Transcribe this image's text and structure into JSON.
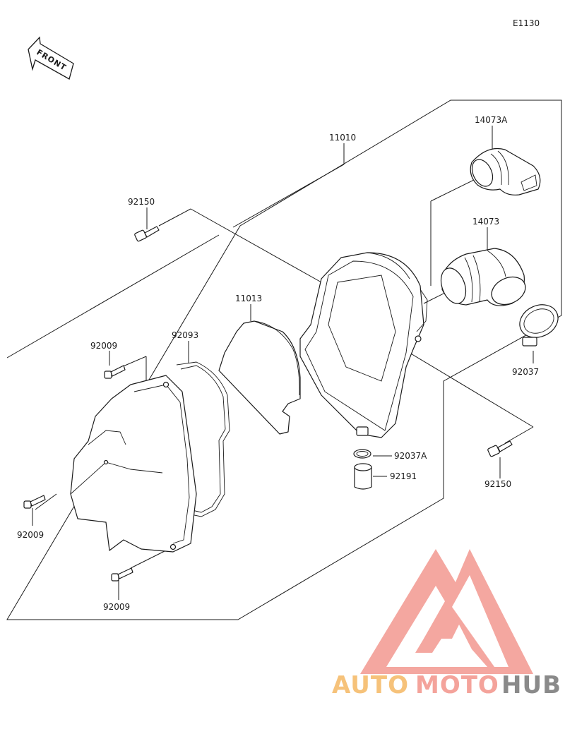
{
  "diagram_code": "E1130",
  "front_arrow_label": "FRONT",
  "parts": {
    "p11010": "11010",
    "p14073A": "14073A",
    "p14073": "14073",
    "p92150_top": "92150",
    "p11013": "11013",
    "p92093": "92093",
    "p92009_top": "92009",
    "p92037": "92037",
    "p92037A": "92037A",
    "p92191": "92191",
    "p92150_right": "92150",
    "p92009_left": "92009",
    "p92009_bottom": "92009"
  },
  "watermark": {
    "text_auto": "AUTO",
    "text_moto": "MOTO",
    "text_hub": "HUB",
    "color_primary": "#f4a39b",
    "color_secondary": "#f6c27a",
    "color_dark": "#8a8a8a"
  }
}
